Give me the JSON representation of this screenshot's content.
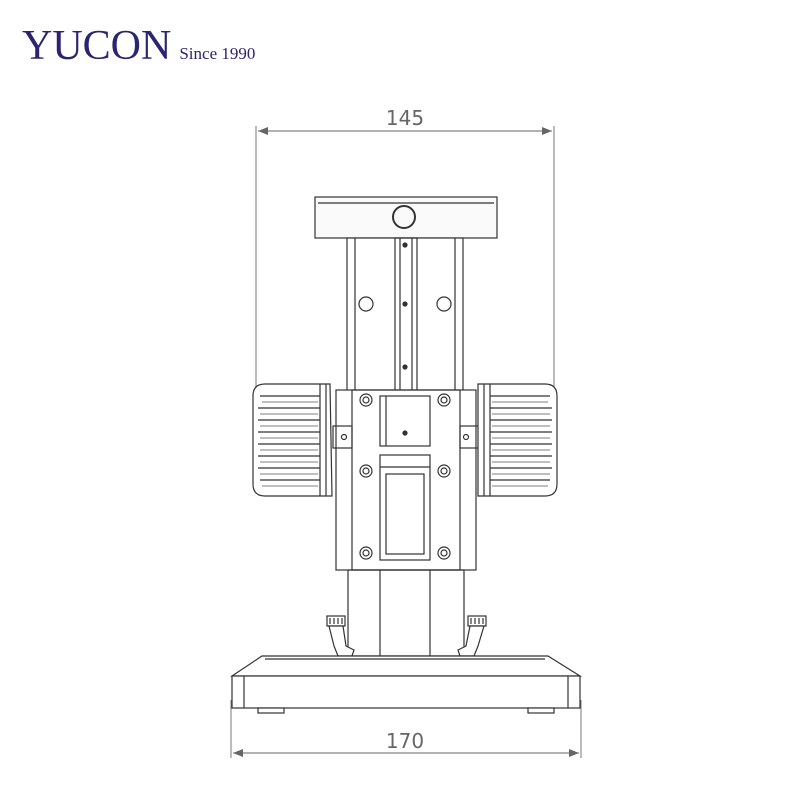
{
  "brand": {
    "name": "YUCON",
    "tagline": "Since 1990",
    "color": "#2b2470"
  },
  "drawing": {
    "subject": "microscope stand with focusing knobs",
    "dimensions": {
      "top_width": "145",
      "base_width": "170"
    },
    "line_color": "#333333",
    "dimension_color": "#666666"
  }
}
